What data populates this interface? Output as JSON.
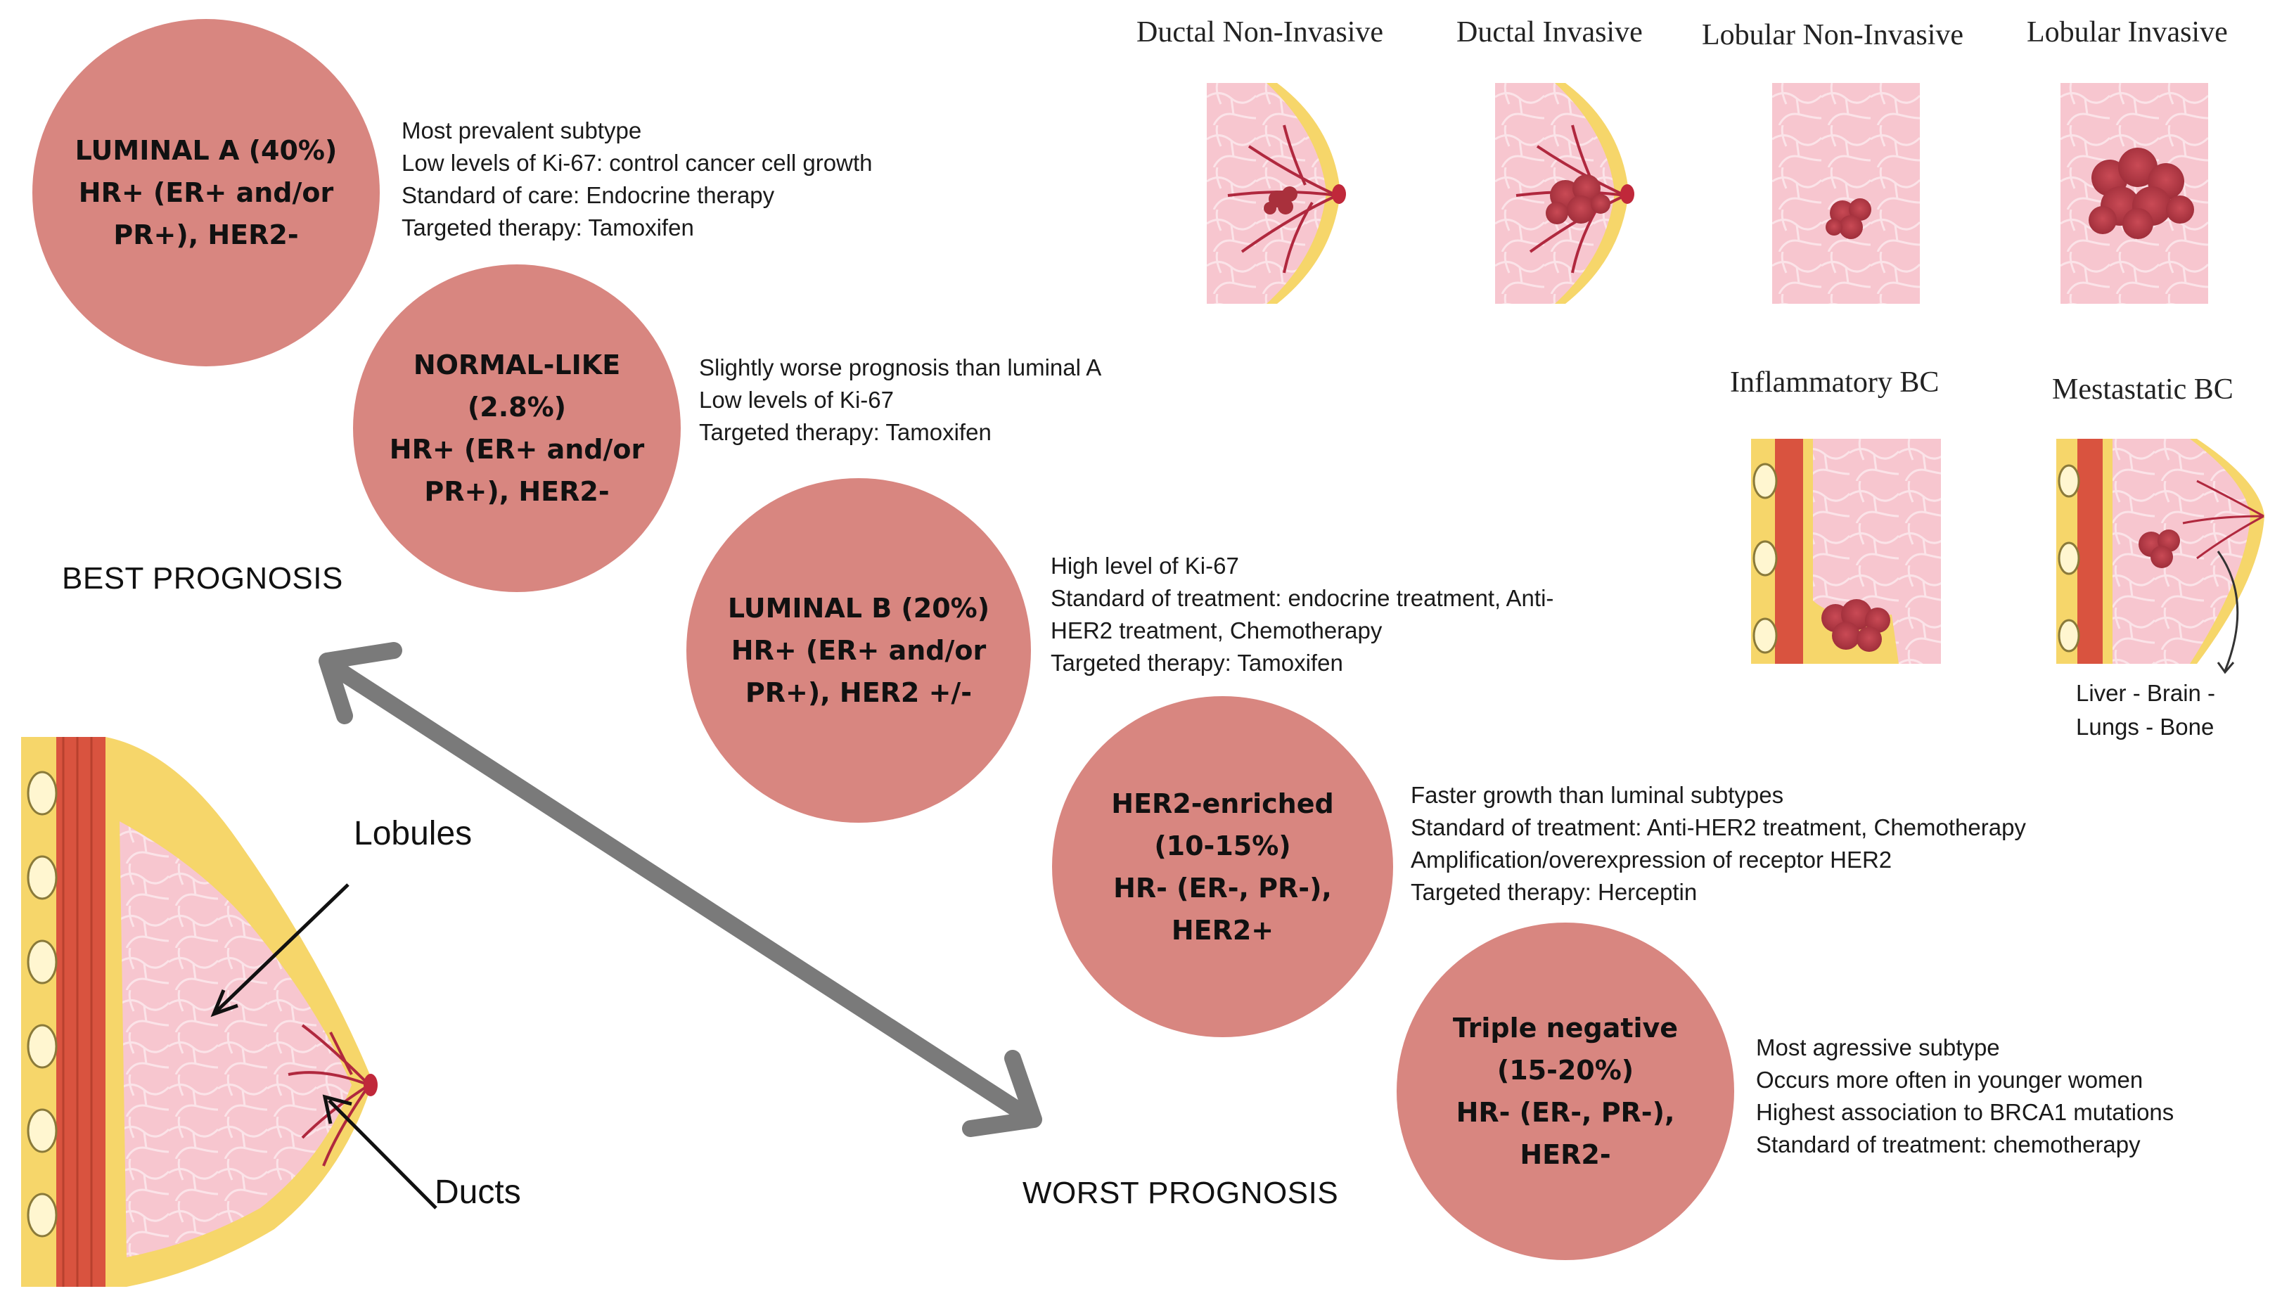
{
  "subtypes": [
    {
      "title_lines": [
        "LUMINAL A (40%)",
        "HR+ (ER+ and/or",
        "PR+), HER2-"
      ],
      "desc": [
        "Most prevalent subtype",
        "Low levels of Ki-67: control cancer cell growth",
        "Standard of care: Endocrine therapy",
        "Targeted therapy: Tamoxifen"
      ]
    },
    {
      "title_lines": [
        "NORMAL-LIKE",
        "(2.8%)",
        "HR+ (ER+ and/or",
        "PR+), HER2-"
      ],
      "desc": [
        "Slightly worse prognosis than luminal A",
        "Low levels of Ki-67",
        "Targeted therapy: Tamoxifen"
      ]
    },
    {
      "title_lines": [
        "LUMINAL B (20%)",
        "HR+ (ER+ and/or",
        "PR+), HER2 +/-"
      ],
      "desc": [
        "High level of Ki-67",
        "Standard of treatment: endocrine treatment, Anti-",
        "HER2 treatment, Chemotherapy",
        "Targeted therapy: Tamoxifen"
      ]
    },
    {
      "title_lines": [
        "HER2-enriched",
        "(10-15%)",
        "HR- (ER-, PR-),",
        "HER2+"
      ],
      "desc": [
        "Faster growth than luminal subtypes",
        "Standard of treatment: Anti-HER2 treatment, Chemotherapy",
        "Amplification/overexpression of receptor HER2",
        "Targeted therapy: Herceptin"
      ]
    },
    {
      "title_lines": [
        "Triple negative",
        "(15-20%)",
        "HR- (ER-, PR-),",
        "HER2-"
      ],
      "desc": [
        "Most agressive subtype",
        "Occurs more often in younger women",
        "Highest association to BRCA1 mutations",
        "Standard of treatment: chemotherapy"
      ]
    }
  ],
  "prognosis": {
    "best": "BEST PROGNOSIS",
    "worst": "WORST PROGNOSIS"
  },
  "bc_types": {
    "ductal_non_invasive": "Ductal Non-Invasive",
    "ductal_invasive": "Ductal Invasive",
    "lobular_non_invasive": "Lobular Non-Invasive",
    "lobular_invasive": "Lobular Invasive",
    "inflammatory": "Inflammatory BC",
    "metastatic": "Mestastatic BC"
  },
  "metastasis_sites": [
    "Liver - Brain -",
    "Lungs - Bone"
  ],
  "anatomy": {
    "lobules": "Lobules",
    "ducts": "Ducts"
  },
  "colors": {
    "circle": "#d88680",
    "tissue": "#f7c6cf",
    "fat": "#f6d66a",
    "muscle": "#d9533f",
    "tumor": "#b13a45",
    "arrow": "#7a7a7a"
  }
}
